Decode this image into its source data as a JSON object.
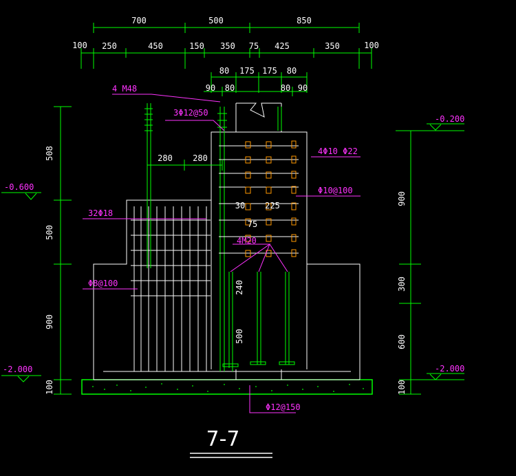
{
  "title": "7-7",
  "colors": {
    "dimension": "#00ff00",
    "structure": "#ffffff",
    "annotation": "#ff33ff",
    "background": "#000000"
  },
  "dims_top_row1": [
    "700",
    "500",
    "850"
  ],
  "dims_top_row2": [
    "100",
    "250",
    "450",
    "150",
    "350",
    "75",
    "425",
    "350",
    "100"
  ],
  "dims_top_row3": [
    "80",
    "175",
    "175",
    "80"
  ],
  "dims_top_row4": [
    "90",
    "80",
    "80",
    "90"
  ],
  "dims_left": [
    "508",
    "500",
    "900",
    "100"
  ],
  "dims_right": [
    "900",
    "300",
    "600",
    "100"
  ],
  "dims_inner": [
    "280",
    "280",
    "30",
    "225",
    "75",
    "240",
    "500"
  ],
  "elevations": {
    "left_upper": "-0.600",
    "left_lower": "-2.000",
    "right_upper": "-0.200",
    "right_lower": "-2.000"
  },
  "labels": {
    "anchor_bolts": "4 M48",
    "stirrup_top": "3Φ12@50",
    "bars_right_a": "4Φ10 Φ22",
    "bars_right_b": "Φ10@100",
    "main_bars": "32Φ18",
    "bolts_center": "4M20",
    "stirrup_left": "Φ8@100",
    "bottom_bar": "Φ12@150"
  }
}
